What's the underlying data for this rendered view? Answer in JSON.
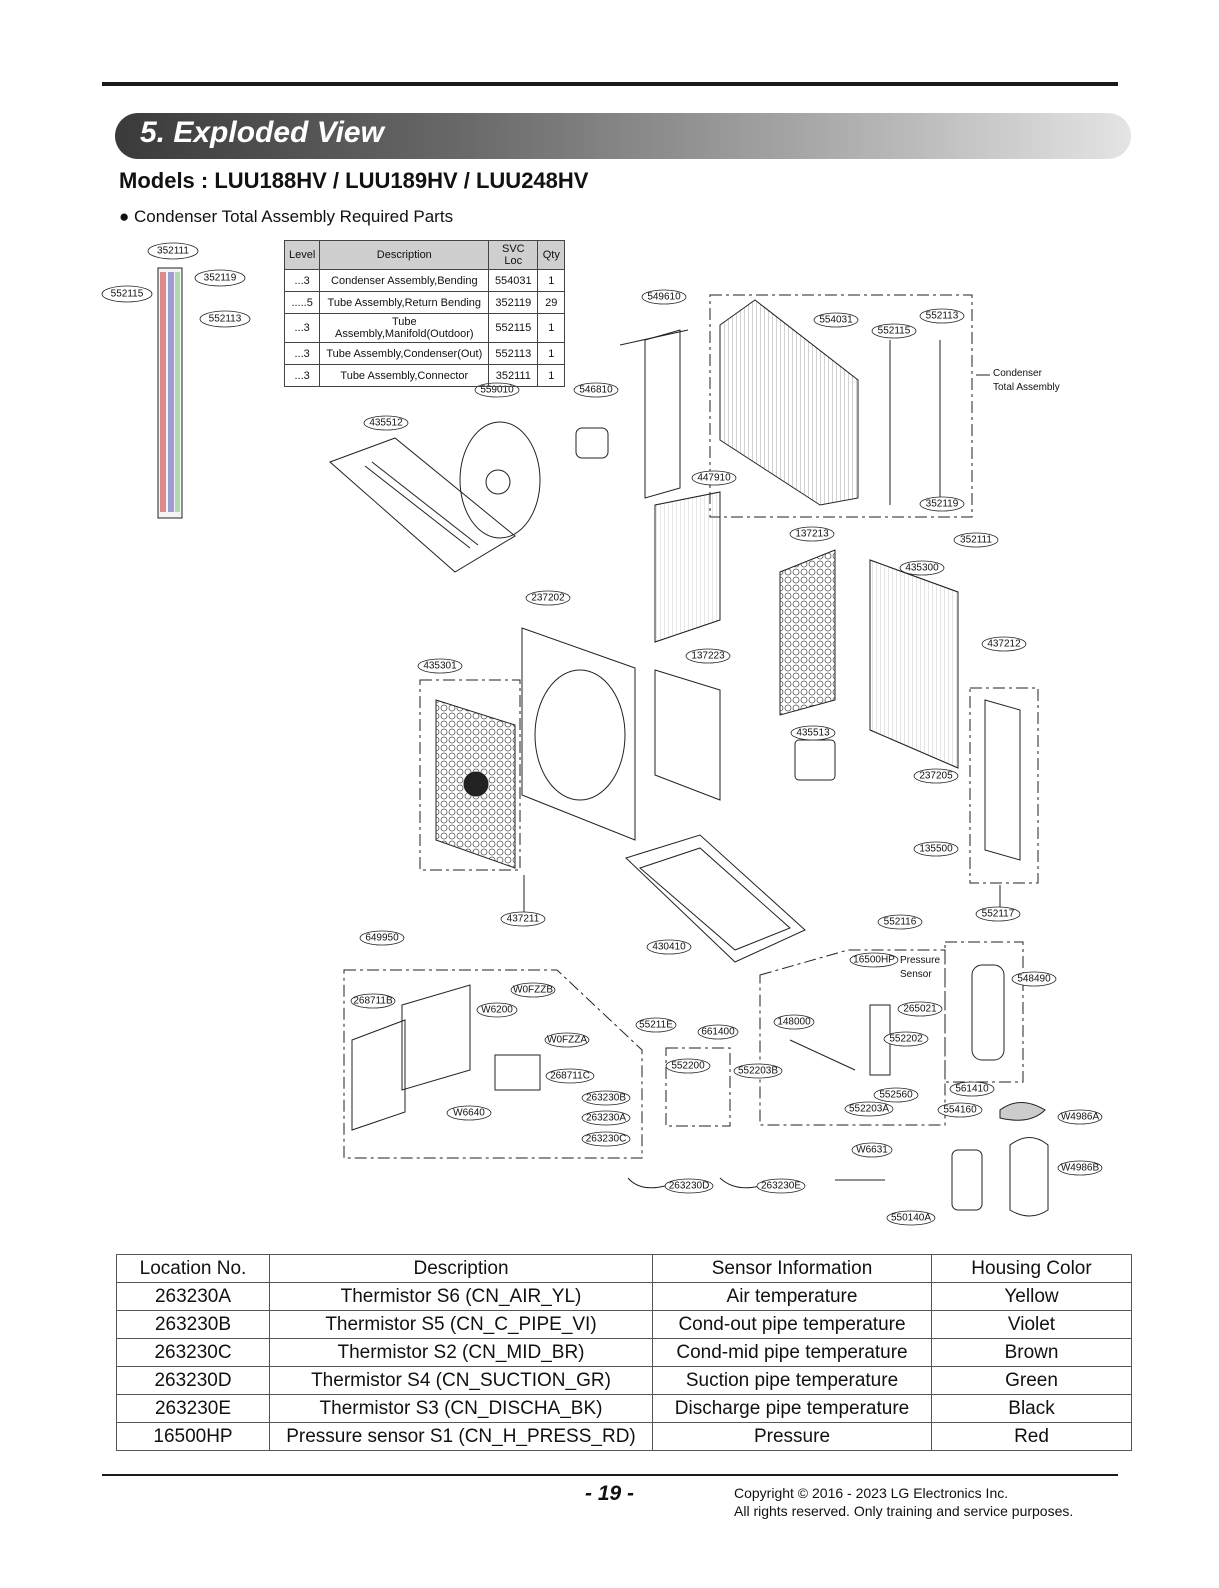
{
  "header": {
    "section_title": "5. Exploded View",
    "models": "Models : LUU188HV / LUU189HV / LUU248HV",
    "subheading": "● Condenser Total Assembly Required Parts"
  },
  "parts_table": {
    "columns": [
      "Level",
      "Description",
      "SVC Loc",
      "Qty"
    ],
    "rows": [
      [
        "...3",
        "Condenser Assembly,Bending",
        "554031",
        "1"
      ],
      [
        ".....5",
        "Tube Assembly,Return Bending",
        "352119",
        "29"
      ],
      [
        "...3",
        "Tube Assembly,Manifold(Outdoor)",
        "552115",
        "1"
      ],
      [
        "...3",
        "Tube Assembly,Condenser(Out)",
        "552113",
        "1"
      ],
      [
        "...3",
        "Tube Assembly,Connector",
        "352111",
        "1"
      ]
    ]
  },
  "callouts": {
    "c352111": "352111",
    "c352119": "352119",
    "c552115": "552115",
    "c552113": "552113",
    "c549610": "549610",
    "c554031": "554031",
    "c552115b": "552115",
    "c552113b": "552113",
    "condenser_total_1": "Condenser",
    "condenser_total_2": "Total Assembly",
    "c559010": "559010",
    "c546810": "546810",
    "c435512": "435512",
    "c447910": "447910",
    "c352119b": "352119",
    "c137213": "137213",
    "c352111b": "352111",
    "c435300": "435300",
    "c237202": "237202",
    "c137223": "137223",
    "c435301": "435301",
    "c437212": "437212",
    "c435513": "435513",
    "c237205": "237205",
    "c135500": "135500",
    "c437211": "437211",
    "c552116": "552116",
    "c552117": "552117",
    "c649950": "649950",
    "c430410": "430410",
    "c16500HP": "16500HP",
    "pressure_1": "Pressure",
    "pressure_2": "Sensor",
    "c548490": "548490",
    "cW0FZZB": "W0FZZB",
    "c268711B": "268711B",
    "cW6200": "W6200",
    "c55211E": "55211E",
    "c661400": "661400",
    "c148000": "148000",
    "c265021": "265021",
    "cW0FZZA": "W0FZZA",
    "c552202": "552202",
    "c552200": "552200",
    "c268711C": "268711C",
    "c552203B": "552203B",
    "c561410": "561410",
    "c552560": "552560",
    "c263230B": "263230B",
    "cW6640": "W6640",
    "c552203A": "552203A",
    "c554160": "554160",
    "cW4986A": "W4986A",
    "c263230A": "263230A",
    "c263230C": "263230C",
    "cW6631": "W6631",
    "cW4986B": "W4986B",
    "c263230D": "263230D",
    "c263230E": "263230E",
    "c550140A": "550140A"
  },
  "sensor_table": {
    "columns": [
      "Location No.",
      "Description",
      "Sensor Information",
      "Housing Color"
    ],
    "rows": [
      [
        "263230A",
        "Thermistor S6 (CN_AIR_YL)",
        "Air temperature",
        "Yellow"
      ],
      [
        "263230B",
        "Thermistor S5 (CN_C_PIPE_VI)",
        "Cond-out pipe temperature",
        "Violet"
      ],
      [
        "263230C",
        "Thermistor S2 (CN_MID_BR)",
        "Cond-mid pipe temperature",
        "Brown"
      ],
      [
        "263230D",
        "Thermistor S4 (CN_SUCTION_GR)",
        "Suction pipe temperature",
        "Green"
      ],
      [
        "263230E",
        "Thermistor S3 (CN_DISCHA_BK)",
        "Discharge pipe temperature",
        "Black"
      ],
      [
        "16500HP",
        "Pressure sensor S1 (CN_H_PRESS_RD)",
        "Pressure",
        "Red"
      ]
    ]
  },
  "footer": {
    "page_number": "- 19 -",
    "copyright_1": "Copyright © 2016 - 2023 LG Electronics Inc.",
    "copyright_2": "All rights reserved. Only training and service purposes."
  }
}
